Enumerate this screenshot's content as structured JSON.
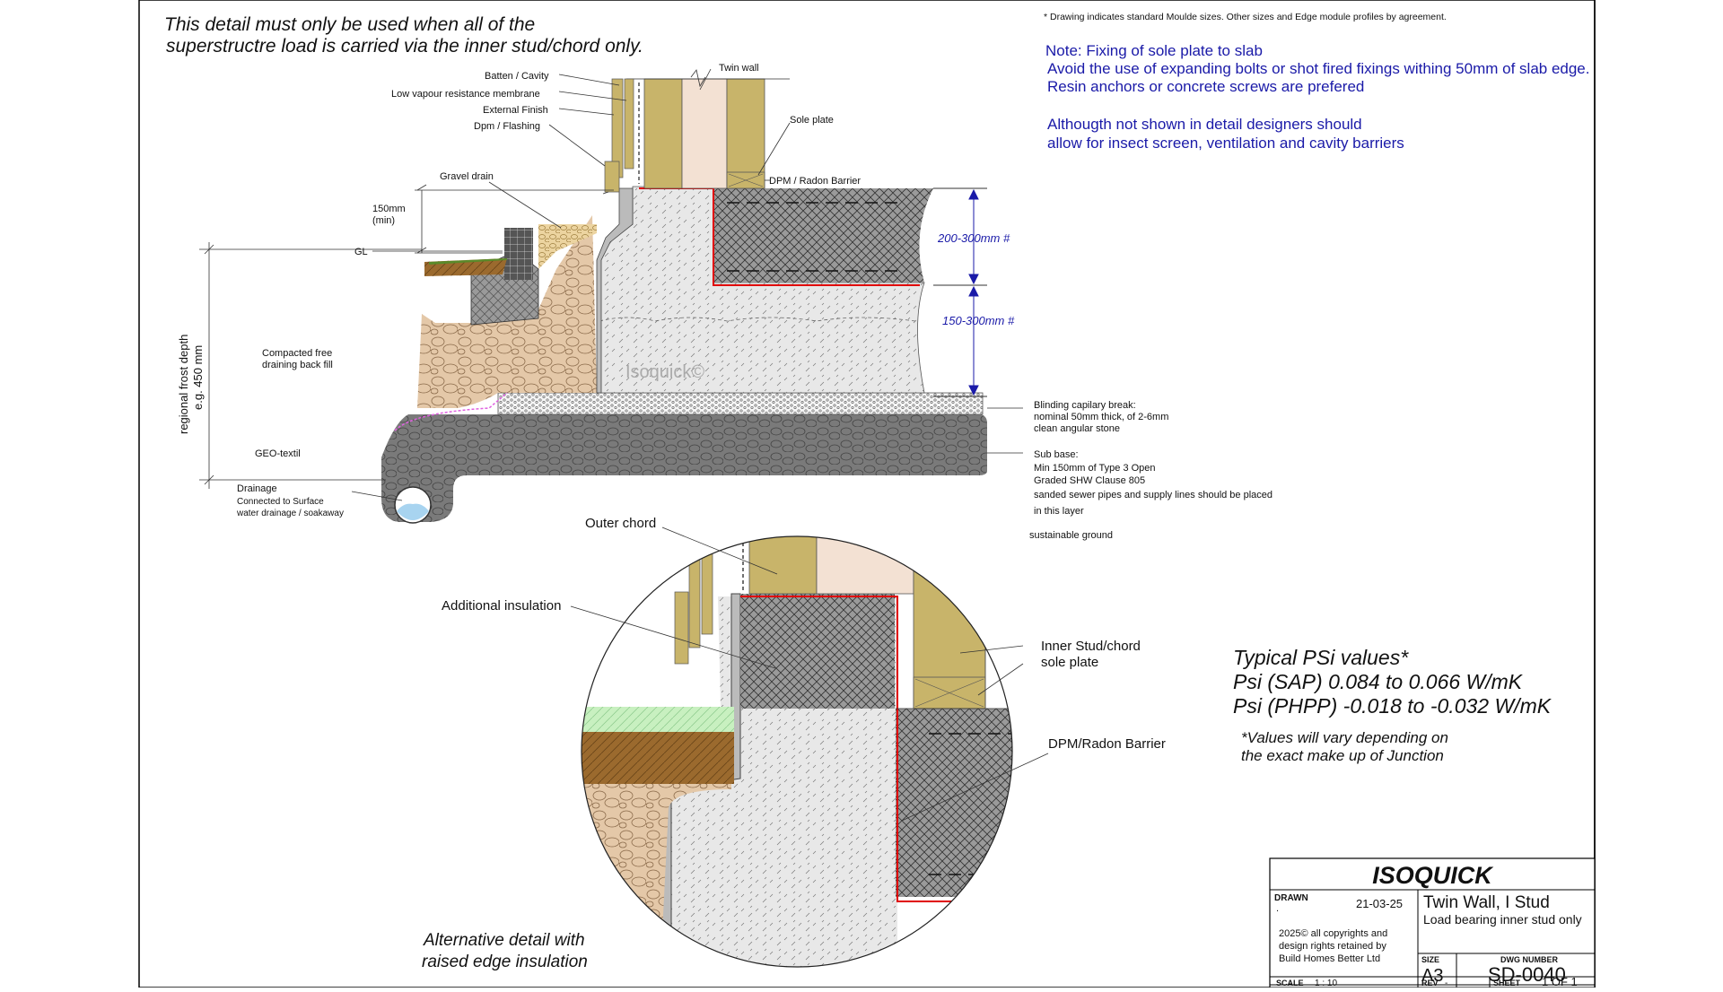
{
  "header": {
    "warning_line1": "This detail must only be used when all of the",
    "warning_line2": "superstructre load is carried via the inner stud/chord only.",
    "footnote": "* Drawing indicates standard Moulde sizes. Other sizes and Edge module profiles by agreement."
  },
  "notes": {
    "fixing_title": "Note: Fixing of sole plate to slab",
    "fixing_line1": "Avoid the use of expanding bolts or shot fired fixings withing 50mm of slab edge.",
    "fixing_line2": "Resin anchors or concrete screws are prefered",
    "insect_line1": "Althougth not shown  in detail designers should",
    "insect_line2": "allow for insect screen, ventilation and cavity barriers"
  },
  "labels": {
    "twin_wall": "Twin wall",
    "batten_cavity": "Batten / Cavity",
    "membrane": "Low vapour resistance membrane",
    "external_finish": "External Finish",
    "dpm_flashing": "Dpm / Flashing",
    "sole_plate": "Sole plate",
    "dpm_radon": "DPM / Radon Barrier",
    "gravel_drain": "Gravel drain",
    "height_150": "150mm",
    "height_min": "(min)",
    "gl": "GL",
    "dim_200_300": "200-300mm #",
    "dim_150_300": "150-300mm #",
    "frost_depth_1": "regional frost depth",
    "frost_depth_2": "e.g. 450 mm",
    "backfill_1": "Compacted free",
    "backfill_2": "draining back fill",
    "watermark": "Isoquick©",
    "geo_textil": "GEO-textil",
    "drainage_1": "Drainage",
    "drainage_2": "Connected to Surface",
    "drainage_3": "water drainage / soakaway",
    "blinding_1": "Blinding  capilary break:",
    "blinding_2": "nominal 50mm thick, of 2-6mm",
    "blinding_3": "clean angular stone",
    "subbase_1": "Sub base:",
    "subbase_2": "Min 150mm of Type 3 Open",
    "subbase_3": "Graded SHW Clause 805",
    "subbase_4": "sanded sewer pipes and supply lines should be placed",
    "subbase_5": "in this layer",
    "sustainable": "sustainable ground",
    "outer_chord": "Outer chord",
    "additional_insulation": "Additional insulation",
    "inner_stud_1": "Inner Stud/chord",
    "inner_stud_2": "sole plate",
    "dpm_radon_2": "DPM/Radon Barrier",
    "alt_detail_1": "Alternative detail with",
    "alt_detail_2": "raised edge insulation"
  },
  "psi": {
    "title": "Typical PSi values*",
    "sap": "Psi (SAP) 0.084 to 0.066 W/mK",
    "phpp": "Psi (PHPP) -0.018 to -0.032 W/mK",
    "vary_1": "*Values will vary depending on",
    "vary_2": "the exact make up of Junction"
  },
  "title_block": {
    "company": "ISOQUICK",
    "drawn_label": "DRAWN",
    "drawn_value": ".",
    "date": "21-03-25",
    "title": "Twin Wall, I Stud",
    "subtitle": "Load bearing inner stud only",
    "copyright_1": "2025© all copyrights and",
    "copyright_2": "design rights retained by",
    "copyright_3": "Build Homes Better Ltd",
    "size_label": "SIZE",
    "size_value": "A3",
    "dwg_label": "DWG NUMBER",
    "dwg_value": "SD-0040",
    "scale_label": "SCALE",
    "scale_value": "1 : 10",
    "rev_label": "REV",
    "rev_value": "-",
    "sheet_label": "SHEET",
    "sheet_value": "1 OF 1"
  },
  "colors": {
    "timber": "#c8b46a",
    "timber_dark": "#9c8a45",
    "plaster": "#f3e1d3",
    "concrete": "#e8e8e8",
    "insulation": "#9a9a9a",
    "gravel": "#ecd4a0",
    "backfill": "#e4c8a8",
    "subbase": "#6f6f6f",
    "soil": "#9b6a2e",
    "grass": "#c8f0c0",
    "radon": "#e00000",
    "blue_note": "#1a1aa8",
    "water": "#a8d4f0"
  }
}
